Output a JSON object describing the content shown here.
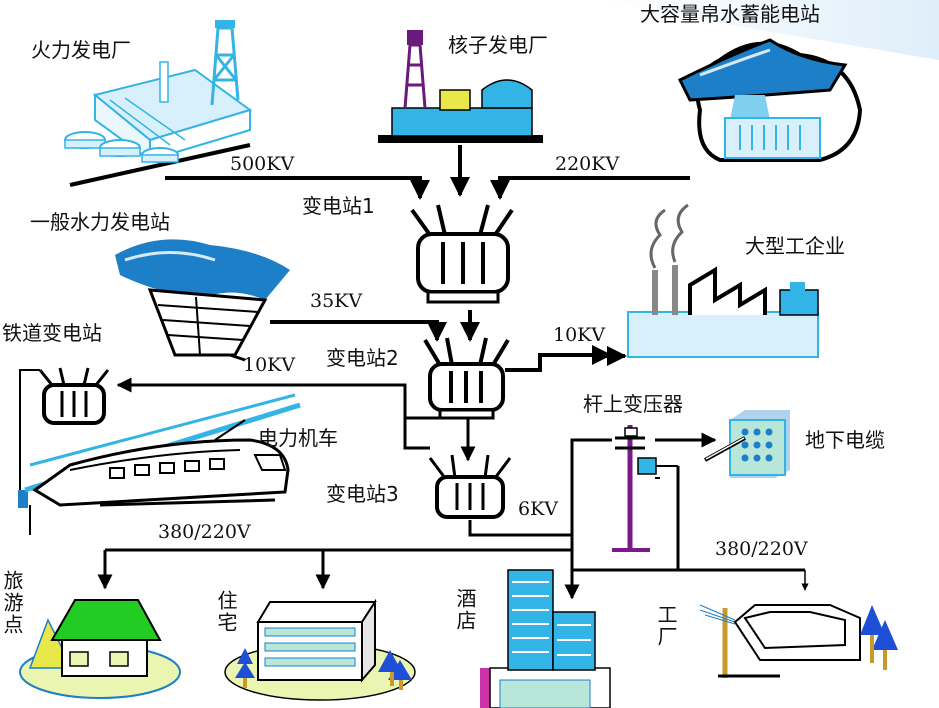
{
  "labels": {
    "thermal_plant": "火力发电厂",
    "nuclear_plant": "核子发电厂",
    "pumped_storage": "大容量帛水蓄能电站",
    "v500": "500KV",
    "v220": "220KV",
    "substation1": "变电站1",
    "hydro_plant": "一般水力发电站",
    "large_industry": "大型工企业",
    "v35": "35KV",
    "v10_right": "10KV",
    "railway_substation": "铁道变电站",
    "v10_left": "10KV",
    "substation2": "变电站2",
    "pole_transformer": "杆上变压器",
    "electric_locomotive": "电力机车",
    "underground_cable": "地下电缆",
    "substation3": "变电站3",
    "v6": "6KV",
    "v380_left": "380/220V",
    "v380_right": "380/220V",
    "tourist_spot": "旅游点",
    "residence": "住宅",
    "hotel": "酒店",
    "factory": "工厂"
  },
  "colors": {
    "line": "#000000",
    "building_cyan": "#33b4e6",
    "building_light": "#d8f0fb",
    "green_roof": "#22cc22",
    "pole_purple": "#7a1a8a",
    "tower_purple": "#6a1a7a",
    "lake_blue": "#1d7fc8",
    "tree_blue": "#1e4fd6",
    "tree_trunk": "#c89a2a",
    "yellow": "#e8e84a",
    "grass": "#e9f5b0"
  }
}
